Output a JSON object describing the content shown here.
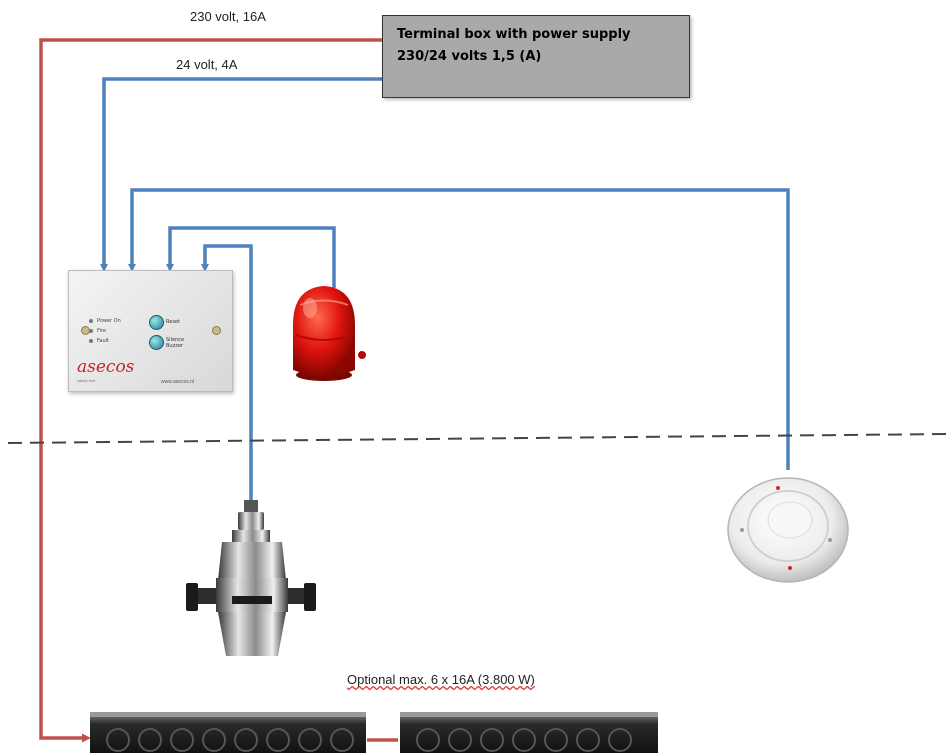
{
  "labels": {
    "power_230": "230 volt, 16A",
    "power_24": "24 volt, 4A",
    "optional": "Optional max. 6 x 16A (3.800 W)"
  },
  "terminal_box": {
    "line1": "Terminal box with  power supply",
    "line2": "230/24 volts 1,5  (A)"
  },
  "control_panel": {
    "leds": [
      "Power On",
      "Fire",
      "Fault"
    ],
    "buttons": [
      "Reset",
      "Silence Buzzer"
    ],
    "brand": "asecos",
    "brand_sub": "safety first",
    "url": "www.asecos.nl"
  },
  "colors": {
    "power_line": "#c0504d",
    "signal_line": "#4f81bd",
    "terminal_box": "#a9a9a9",
    "dashed_divider": "#444444"
  },
  "icons": [
    "alarm-beacon-icon",
    "exhaust-sensor-icon",
    "smoke-detector-icon",
    "power-strip-icon"
  ]
}
